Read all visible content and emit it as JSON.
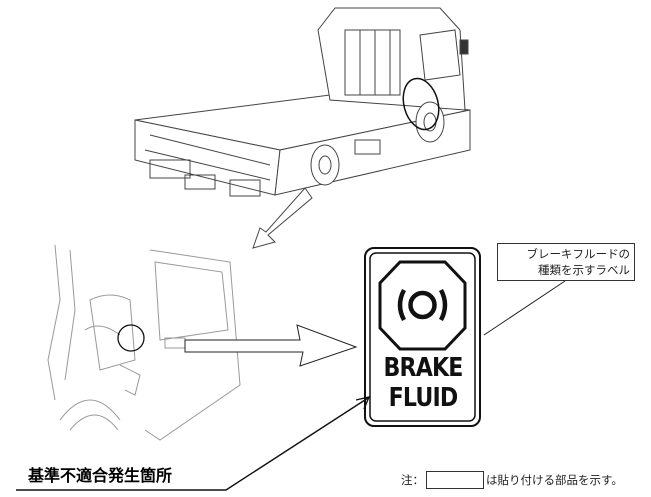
{
  "callout": {
    "line1": "ブレーキフルードの",
    "line2": "種類を示すラベル"
  },
  "label": {
    "line1": "BRAKE",
    "line2": "FLUID"
  },
  "location_caption": "基準不適合発生箇所",
  "note": {
    "prefix": "注：",
    "suffix": "は貼り付ける部品を示す。"
  }
}
